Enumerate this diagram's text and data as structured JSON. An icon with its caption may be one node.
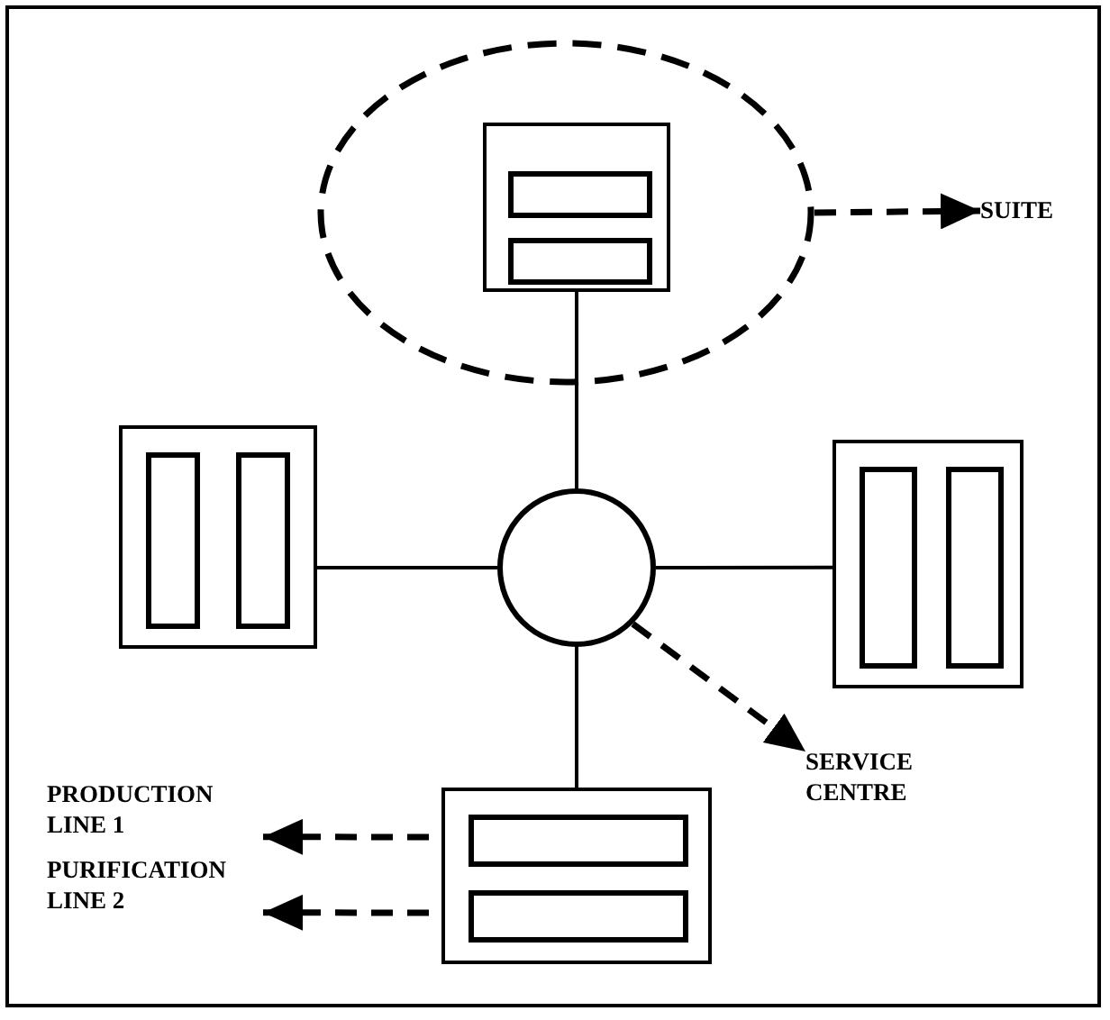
{
  "diagram": {
    "nodes": [
      {
        "text": [],
        "shape": "ellipse"
      },
      {
        "text": [],
        "shape": "box",
        "in": 0
      },
      {
        "text": [],
        "shape": "box",
        "in": 1
      },
      {
        "text": [],
        "shape": "box",
        "in": 1
      },
      {
        "text": [
          "SUITE"
        ]
      },
      {
        "text": [],
        "shape": "box"
      },
      {
        "text": [],
        "shape": "box",
        "in": 5
      },
      {
        "text": [],
        "shape": "box",
        "in": 5
      },
      {
        "text": [],
        "shape": "circle"
      },
      {
        "text": [],
        "shape": "box"
      },
      {
        "text": [],
        "shape": "box",
        "in": 9
      },
      {
        "text": [],
        "shape": "box",
        "in": 9
      },
      {
        "text": [
          "SERVICE CENTRE"
        ]
      },
      {
        "text": [
          "PRODUCTION LINE 1"
        ]
      },
      {
        "text": [
          "PURIFICATION LINE 2"
        ]
      },
      {
        "text": [],
        "shape": "box"
      },
      {
        "text": [],
        "shape": "box",
        "in": 15
      },
      {
        "text": [],
        "shape": "box",
        "in": 15
      }
    ],
    "edges": [
      {
        "from": 0,
        "to": 4,
        "arrow": "to",
        "style": "dashed"
      },
      {
        "from": 1,
        "to": 8,
        "arrow": "none"
      },
      {
        "from": 5,
        "to": 8,
        "arrow": "none"
      },
      {
        "from": 8,
        "to": 9,
        "arrow": "none"
      },
      {
        "from": 8,
        "to": 15,
        "arrow": "none"
      },
      {
        "from": 8,
        "to": 12,
        "arrow": "to",
        "style": "dashed"
      },
      {
        "from": 16,
        "to": 13,
        "arrow": "to",
        "style": "dashed"
      },
      {
        "from": 17,
        "to": 14,
        "arrow": "to",
        "style": "dashed"
      }
    ]
  }
}
